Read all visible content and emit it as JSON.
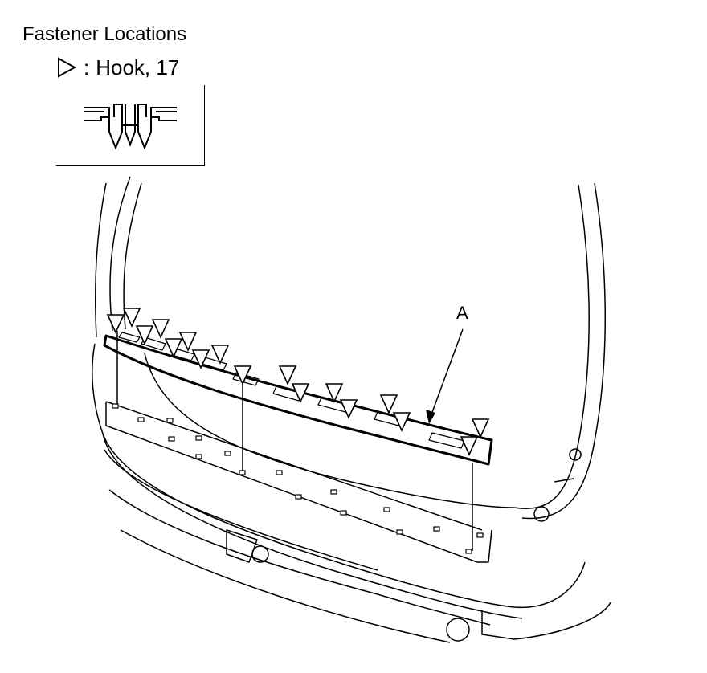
{
  "diagram": {
    "title": "Fastener Locations",
    "legend": {
      "symbol": "triangle-hook-icon",
      "separator": ":",
      "label": "Hook, 17"
    },
    "callout": "A"
  }
}
